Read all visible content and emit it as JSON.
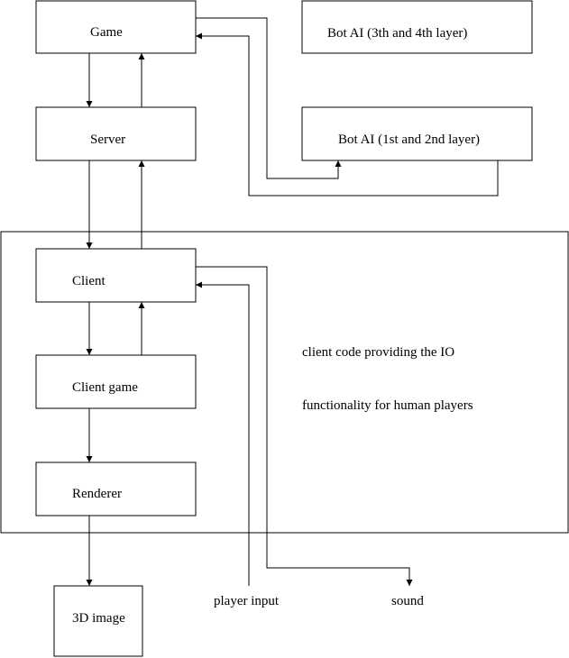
{
  "nodes": {
    "game": "Game",
    "server": "Server",
    "bot_ai_34": "Bot AI (3th and 4th layer)",
    "bot_ai_12": "Bot AI (1st and 2nd layer)",
    "client": "Client",
    "client_game": "Client game",
    "renderer": "Renderer",
    "image_3d": "3D image"
  },
  "labels": {
    "player_input": "player input",
    "sound": "sound"
  },
  "client_region_note": {
    "line1": "client code providing the IO",
    "line2": "functionality for human players"
  },
  "colors": {
    "stroke": "#000000",
    "background": "#ffffff"
  }
}
